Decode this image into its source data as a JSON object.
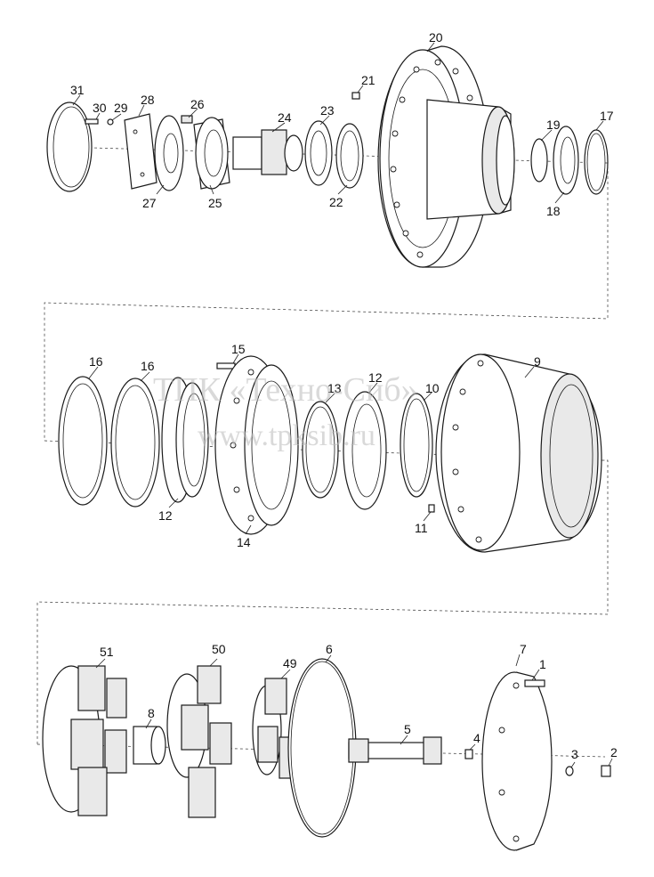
{
  "watermark": {
    "line1": "ТПК «Техно-Сиб»",
    "line2": "www.tpksib.ru"
  },
  "callouts": {
    "n1": "1",
    "n2": "2",
    "n3": "3",
    "n4": "4",
    "n5": "5",
    "n6": "6",
    "n7": "7",
    "n8": "8",
    "n9": "9",
    "n10": "10",
    "n11": "11",
    "n12a": "12",
    "n12b": "12",
    "n13": "13",
    "n14": "14",
    "n15": "15",
    "n16a": "16",
    "n16b": "16",
    "n17": "17",
    "n18": "18",
    "n19": "19",
    "n20": "20",
    "n21": "21",
    "n22": "22",
    "n23": "23",
    "n24": "24",
    "n25": "25",
    "n26": "26",
    "n27": "27",
    "n28": "28",
    "n29": "29",
    "n30": "30",
    "n31": "31",
    "n49": "49",
    "n50": "50",
    "n51": "51"
  }
}
